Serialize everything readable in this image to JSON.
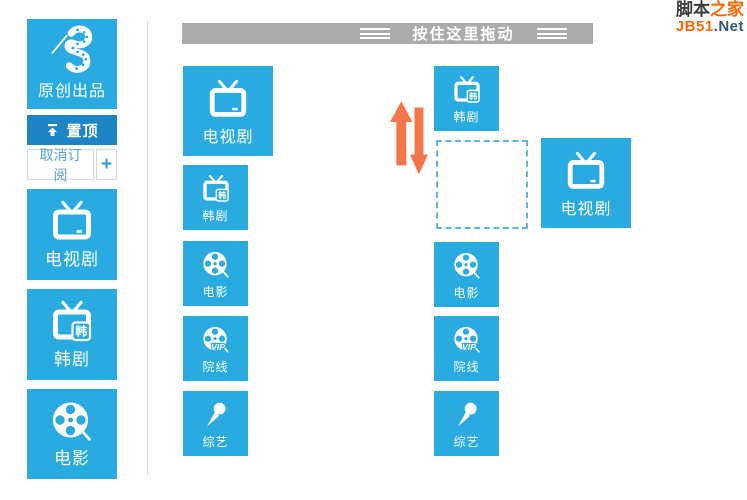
{
  "watermark": {
    "brand_cn_dark": "脚本",
    "brand_cn_orange": "之家",
    "brand_en_orange": "JB51",
    "brand_en_dark": ".Net"
  },
  "drag_bar": {
    "label": "按住这里拖动"
  },
  "sidebar": {
    "brand_tile": {
      "label": "原创出品",
      "icon": "film-ribbon-icon"
    },
    "pin_button": {
      "label": "置顶",
      "icon": "arrow-to-top-icon"
    },
    "unsubscribe_label": "取消订阅",
    "add_label": "+",
    "tiles": [
      {
        "label": "电视剧",
        "icon": "tv-icon"
      },
      {
        "label": "韩剧",
        "icon": "tv-korean-icon",
        "badge": "韩"
      },
      {
        "label": "电影",
        "icon": "film-reel-icon"
      }
    ]
  },
  "source_list": {
    "tiles": [
      {
        "label": "电视剧",
        "icon": "tv-icon",
        "size": "large"
      },
      {
        "label": "韩剧",
        "icon": "tv-korean-icon",
        "badge": "韩",
        "size": "small"
      },
      {
        "label": "电影",
        "icon": "film-reel-icon",
        "size": "small"
      },
      {
        "label": "院线",
        "icon": "film-reel-vip-icon",
        "badge": "VIP",
        "size": "small"
      },
      {
        "label": "综艺",
        "icon": "microphone-icon",
        "size": "small"
      }
    ]
  },
  "sorted_list": {
    "tiles": [
      {
        "label": "韩剧",
        "icon": "tv-korean-icon",
        "badge": "韩",
        "size": "small"
      },
      {
        "label": "电影",
        "icon": "film-reel-icon",
        "size": "small"
      },
      {
        "label": "院线",
        "icon": "film-reel-vip-icon",
        "badge": "VIP",
        "size": "small"
      },
      {
        "label": "综艺",
        "icon": "microphone-icon",
        "size": "small"
      }
    ],
    "drop_target_style": "dashed",
    "dragging_tile": {
      "label": "电视剧",
      "icon": "tv-icon",
      "size": "large"
    }
  },
  "colors": {
    "tile_blue": "#29ABE2",
    "pin_blue": "#1D84C6",
    "bar_gray": "#ABABAB",
    "arrow_orange": "#F4764B",
    "dashed_blue": "#59B7E2",
    "link_blue": "#58A1CB",
    "border_gray": "#D9D9D9",
    "logo_orange": "#FF6600",
    "logo_dark": "#3C3C3C",
    "logo_navy": "#33567A"
  }
}
